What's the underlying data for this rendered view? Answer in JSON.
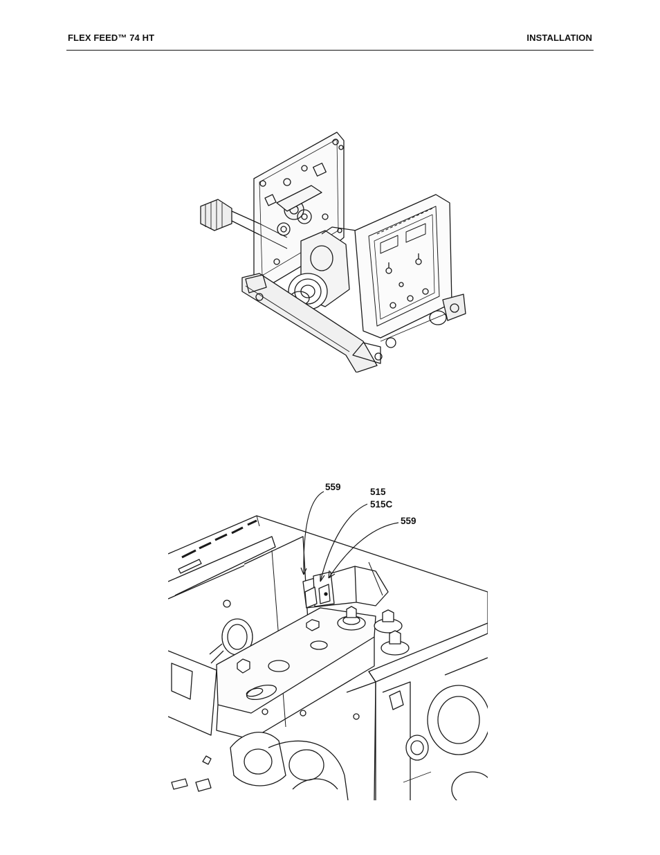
{
  "header": {
    "product": "FLEX FEED™ 74 HT",
    "section": "INSTALLATION"
  },
  "figure_2": {
    "callouts": {
      "left_559": "559",
      "c515": "515",
      "c515c": "515C",
      "right_559": "559"
    }
  }
}
